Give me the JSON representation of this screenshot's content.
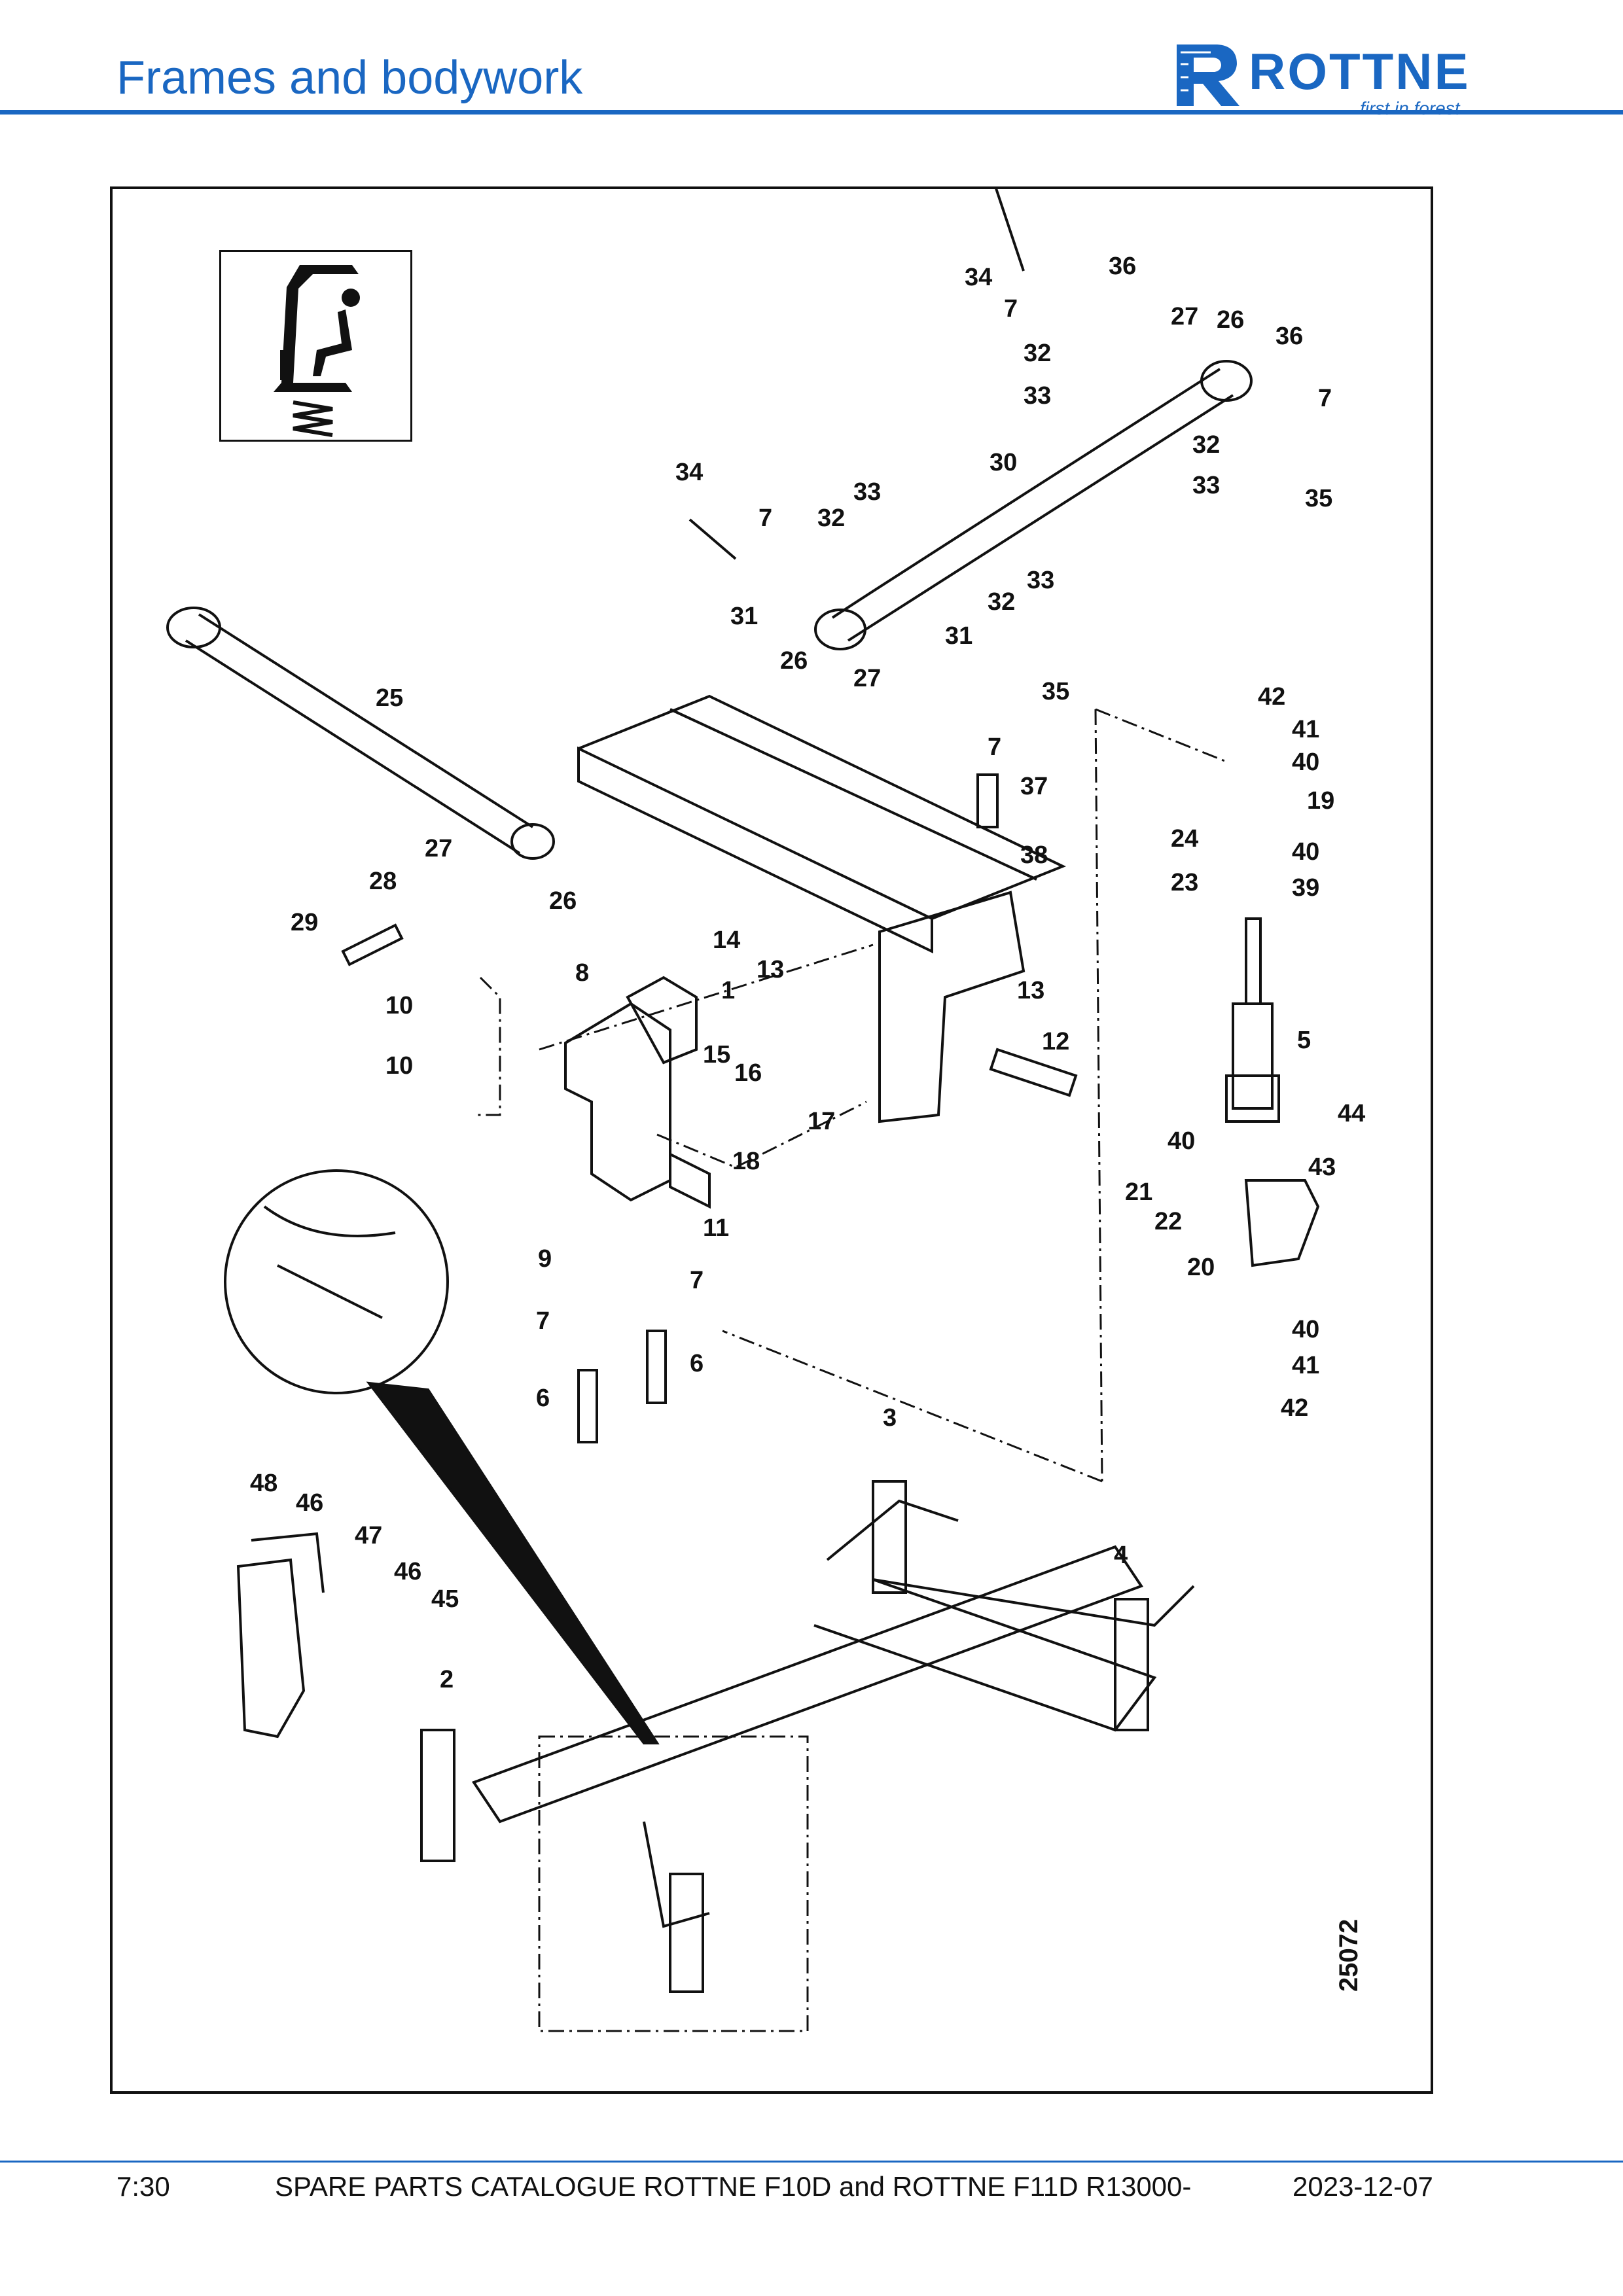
{
  "header": {
    "title": "Frames and bodywork",
    "brand": "ROTTNE",
    "tagline": "first in forest"
  },
  "figure": {
    "drawing_number": "25072",
    "callouts": [
      "1",
      "2",
      "3",
      "4",
      "5",
      "6",
      "6",
      "7",
      "7",
      "7",
      "7",
      "7",
      "7",
      "8",
      "9",
      "10",
      "10",
      "11",
      "12",
      "13",
      "13",
      "14",
      "15",
      "16",
      "17",
      "18",
      "19",
      "20",
      "21",
      "22",
      "23",
      "24",
      "25",
      "26",
      "26",
      "26",
      "27",
      "27",
      "27",
      "28",
      "29",
      "30",
      "31",
      "31",
      "32",
      "32",
      "32",
      "32",
      "33",
      "33",
      "33",
      "33",
      "34",
      "34",
      "35",
      "35",
      "36",
      "36",
      "37",
      "38",
      "39",
      "40",
      "40",
      "40",
      "40",
      "41",
      "41",
      "42",
      "42",
      "43",
      "44",
      "45",
      "46",
      "46",
      "47",
      "48"
    ]
  },
  "footer": {
    "page": "7:30",
    "catalogue": "SPARE PARTS CATALOGUE ROTTNE F10D and ROTTNE F11D R13000-",
    "date": "2023-12-07"
  },
  "colors": {
    "brand_blue": "#1a67c2",
    "line": "#111111"
  }
}
